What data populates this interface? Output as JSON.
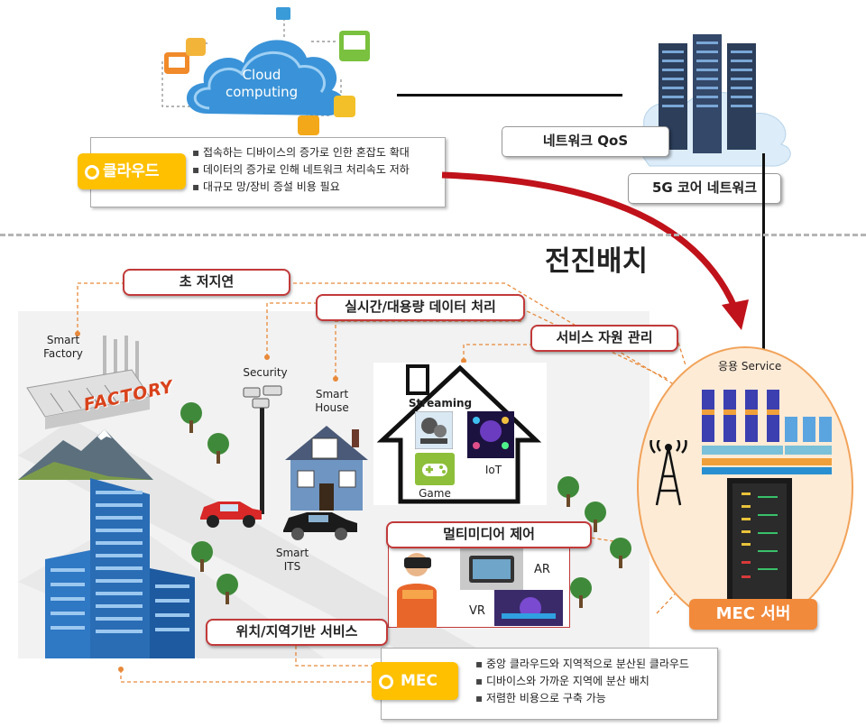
{
  "cloud": {
    "title_line1": "Cloud",
    "title_line2": "computing",
    "tag": "클라우드",
    "bullets": [
      "접속하는 디바이스의 증가로 인한 혼잡도 확대",
      "데이터의 증가로 인해 네트워크 처리속도 저하",
      "대규모 망/장비 증설 비용 필요"
    ]
  },
  "core": {
    "qos_label": "네트워크 QoS",
    "core_label": "5G 코어 네트워크"
  },
  "deploy_label": "전진배치",
  "features": {
    "low_latency": "초 저지연",
    "realtime": "실시간/대용량 데이터 처리",
    "resource": "서비스 자원 관리",
    "multimedia": "멀티미디어 제어",
    "location": "위치/지역기반 서비스"
  },
  "scene": {
    "smart_factory": [
      "Smart",
      "Factory"
    ],
    "factory_sign": "FACTORY",
    "security": "Security",
    "smart_house": [
      "Smart",
      "House"
    ],
    "smart_its": [
      "Smart",
      "ITS"
    ],
    "streaming": "Streaming",
    "iot": "IoT",
    "game": "Game",
    "ar": "AR",
    "vr": "VR"
  },
  "mec_server": {
    "service_label": "응용 Service",
    "server_label": "MEC 서버"
  },
  "mec": {
    "tag": "MEC",
    "bullets": [
      "중앙 클라우드와 지역적으로 분산된 클라우드",
      "디바이스와 가까운 지역에 분산 배치",
      "저렴한 비용으로 구축 가능"
    ]
  },
  "colors": {
    "accent_red": "#c0121a",
    "tag_yellow": "#ffc000",
    "mec_orange": "#f28a3b",
    "cloud_blue": "#3b8fd6"
  }
}
